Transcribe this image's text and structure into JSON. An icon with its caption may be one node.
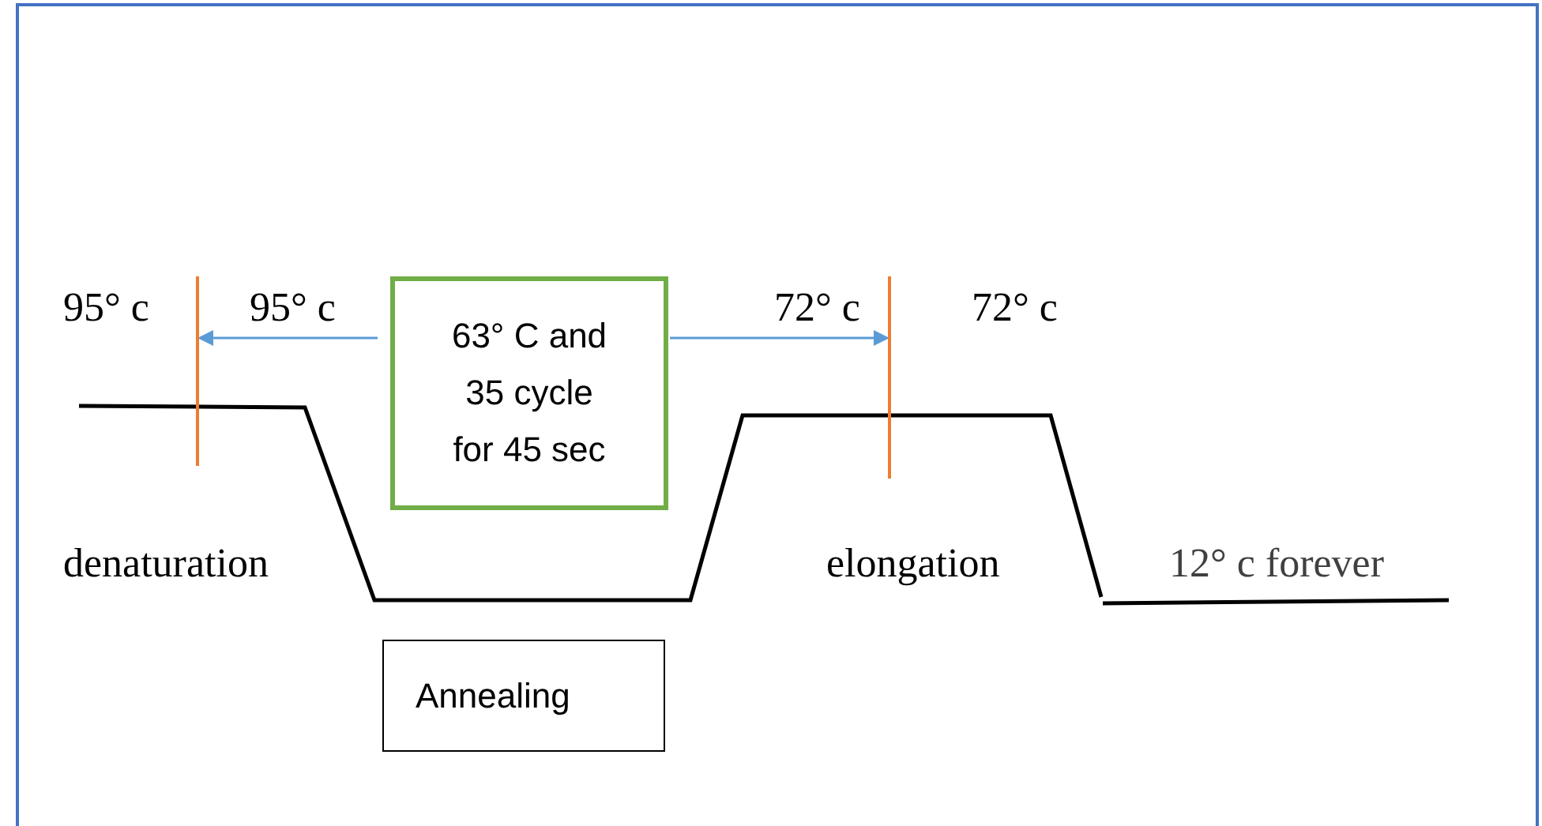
{
  "diagram": {
    "nodes": [
      {
        "text": [
          "63° C and 35 cycle for 45 sec"
        ]
      },
      {
        "text": [],
        "shape": "bar"
      },
      {
        "text": [],
        "shape": "bar"
      },
      {
        "text": [
          "Annealing"
        ]
      }
    ],
    "edges": [
      {
        "from": 0,
        "to": 1,
        "arrow": "to"
      },
      {
        "from": 0,
        "to": 2,
        "arrow": "to"
      }
    ],
    "labels": [
      "95° c",
      "95° c",
      "72° c",
      "72° c",
      "denaturation",
      "elongation",
      "12° c forever"
    ]
  }
}
